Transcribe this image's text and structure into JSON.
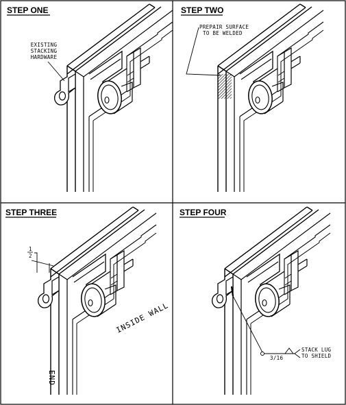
{
  "steps": [
    {
      "title": "STEP ONE"
    },
    {
      "title": "STEP TWO"
    },
    {
      "title": "STEP THREE"
    },
    {
      "title": "STEP FOUR"
    }
  ],
  "notes": {
    "step_one_line1": "EXISTING",
    "step_one_line2": "STACKING",
    "step_one_line3": "HARDWARE",
    "step_two_line1": "PREPAIR SURFACE",
    "step_two_line2": "TO BE WELDED",
    "step_three_frac_num": "1",
    "step_three_frac_den": "2",
    "inside_wall": "INSIDE WALL",
    "end_wall": "END",
    "weld_size": "3/16",
    "step_four_line1": "STACK LUG",
    "step_four_line2": "TO SHIELD"
  }
}
